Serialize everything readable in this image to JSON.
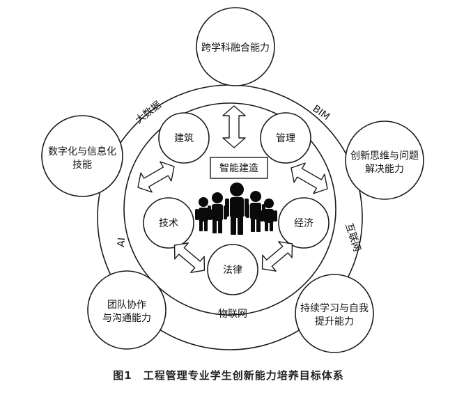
{
  "center": {
    "label": "智能建造"
  },
  "inner_nodes": [
    {
      "id": "jianzhu",
      "label": "建筑"
    },
    {
      "id": "guanli",
      "label": "管理"
    },
    {
      "id": "jishu",
      "label": "技术"
    },
    {
      "id": "jingji",
      "label": "经济"
    },
    {
      "id": "falv",
      "label": "法律"
    }
  ],
  "ring_labels": [
    {
      "id": "dashuju",
      "label": "大数据"
    },
    {
      "id": "bim",
      "label": "BIM"
    },
    {
      "id": "ai",
      "label": "AI"
    },
    {
      "id": "hulianwang",
      "label": "互联网"
    },
    {
      "id": "wulianwang",
      "label": "物联网"
    }
  ],
  "outer_nodes": [
    {
      "id": "kuaxueke",
      "lines": [
        "跨学科融合能力"
      ]
    },
    {
      "id": "shuzihua",
      "lines": [
        "数字化与信息化",
        "技能"
      ]
    },
    {
      "id": "chuangxin",
      "lines": [
        "创新思维与问题",
        "解决能力"
      ]
    },
    {
      "id": "tuandui",
      "lines": [
        "团队协作",
        "与沟通能力"
      ]
    },
    {
      "id": "chixu",
      "lines": [
        "持续学习与自我",
        "提升能力"
      ]
    }
  ],
  "caption": "图1　工程管理专业学生创新能力培养目标体系"
}
